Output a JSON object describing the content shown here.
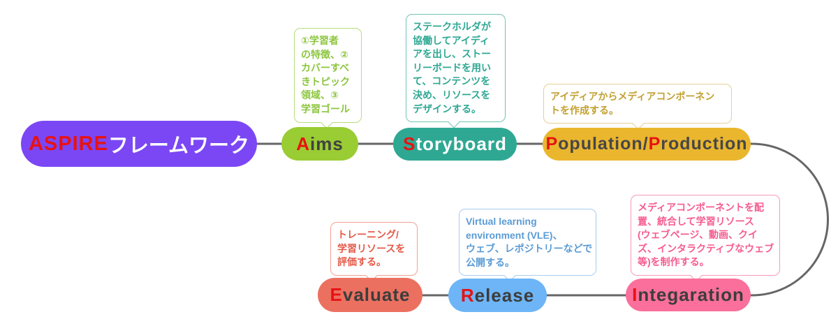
{
  "palette": {
    "connector": "#666666",
    "initial_letter": "#e81212",
    "root_fill": "#7b47f5",
    "aims_fill": "#9acc33",
    "storyboard_fill": "#2ea893",
    "population_fill": "#eab62e",
    "integaration_fill": "#fa6f9b",
    "release_fill": "#6db5f6",
    "evaluate_fill": "#ec7060"
  },
  "root": {
    "highlight": "ASPIRE",
    "label": "フレームワーク"
  },
  "nodes": {
    "aims": {
      "initial": "A",
      "rest": "ims",
      "note_lines": [
        "①学習者",
        "の特徴、②",
        "カバーすべ",
        "きトピック",
        "領域、③",
        "学習ゴール"
      ]
    },
    "storyboard": {
      "initial": "S",
      "rest": "toryboard",
      "note_lines": [
        "ステークホルダが",
        "協働してアイディ",
        "アを出し、ストー",
        "リーボードを用い",
        "て、コンテンツを",
        "決め、リソースを",
        "デザインする。"
      ]
    },
    "population": {
      "initial1": "P",
      "mid": "opulation/",
      "initial2": "P",
      "rest": "roduction",
      "note_lines": [
        "アイディアからメディアコンポーネン",
        "トを作成する。"
      ]
    },
    "integaration": {
      "initial": "I",
      "rest": "ntegaration",
      "note_lines": [
        "メディアコンポーネントを配",
        "置、統合して学習リソース",
        "(ウェブページ、動画、クイ",
        "ズ、インタラクティブなウェブ",
        "等)を制作する。"
      ]
    },
    "release": {
      "initial": "R",
      "rest": "elease",
      "note_lines": [
        "Virtual learning",
        "environment (VLE)、",
        "ウェブ、レポジトリーなどで",
        "公開する。"
      ]
    },
    "evaluate": {
      "initial": "E",
      "rest": "valuate",
      "note_lines": [
        "トレーニング/",
        "学習リソースを",
        "評価する。"
      ]
    }
  }
}
